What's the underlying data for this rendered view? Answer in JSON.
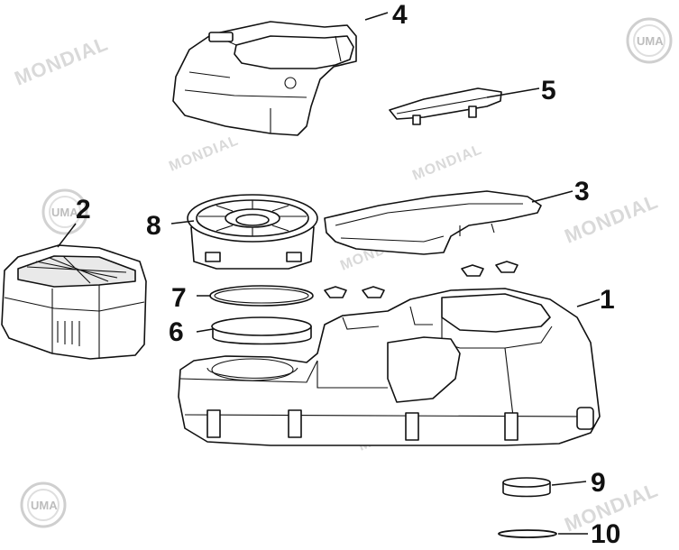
{
  "watermark": {
    "brand": "MONDIAL",
    "logo_text": "UMA"
  },
  "callouts": [
    "1",
    "2",
    "3",
    "4",
    "5",
    "6",
    "7",
    "8",
    "9",
    "10"
  ]
}
